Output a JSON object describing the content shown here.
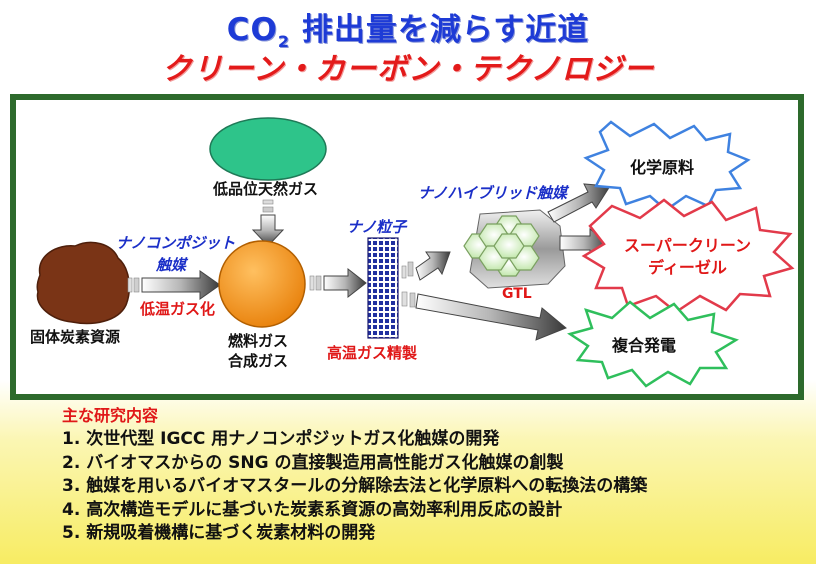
{
  "title_main": "CO",
  "title_sub": "2",
  "title_rest": " 排出量を減らす近道",
  "subtitle": "クリーン・カーボン・テクノロジー",
  "diagram": {
    "gas_source": "低品位天然ガス",
    "nano_composite_1": "ナノコンポジット",
    "nano_composite_2": "触媒",
    "low_temp_gasification": "低温ガス化",
    "solid_carbon": "固体炭素資源",
    "syngas_1": "燃料ガス",
    "syngas_2": "合成ガス",
    "nano_particle": "ナノ粒子",
    "high_temp_refining": "高温ガス精製",
    "nano_hybrid": "ナノハイブリッド触媒",
    "gtl": "GTL",
    "out_chemical": "化学原料",
    "out_diesel_1": "スーパークリーン",
    "out_diesel_2": "ディーゼル",
    "out_power": "複合発電"
  },
  "research": {
    "heading": "主な研究内容",
    "items": [
      "1. 次世代型 IGCC 用ナノコンポジットガス化触媒の開発",
      "2. バイオマスからの SNG の直接製造用高性能ガス化触媒の創製",
      "3. 触媒を用いるバイオマスタールの分解除去法と化学原料への転換法の構築",
      "4. 高次構造モデルに基づいた炭素系資源の高効率利用反応の設計",
      "5. 新規吸着機構に基づく炭素材料の開発"
    ]
  },
  "colors": {
    "title_blue": "#1e3bd6",
    "subtitle_red": "#e31a1a",
    "frame_green": "#2d6a2c",
    "coal_brown": "#7a3416",
    "gas_green": "#2ec48a",
    "syngas_orange": "#f5910f",
    "burst_blue": "#3f82e0",
    "burst_pink": "#e23a4a",
    "burst_green": "#2fbf5c"
  }
}
